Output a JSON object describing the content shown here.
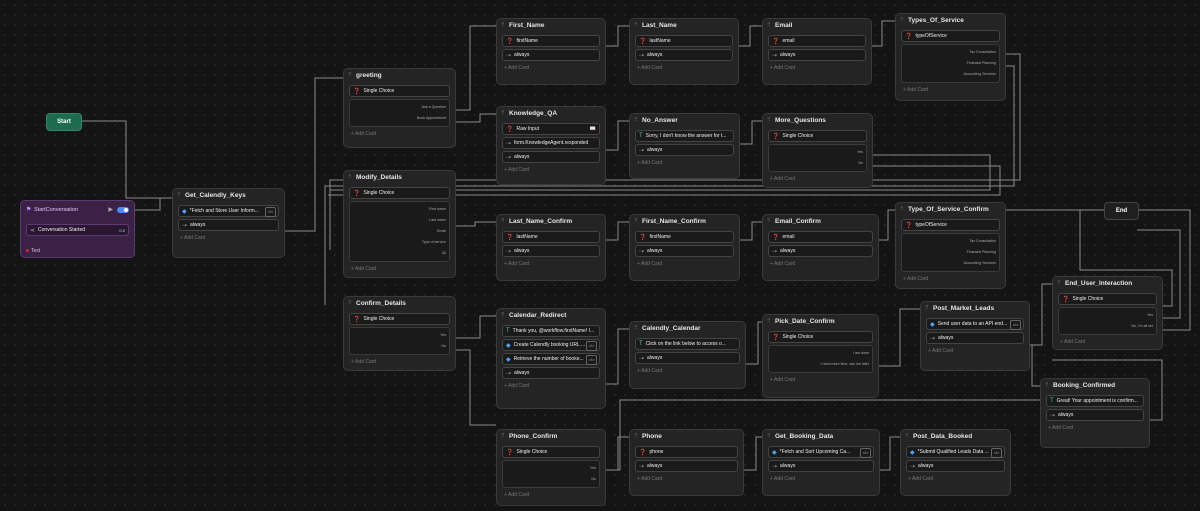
{
  "start_label": "Start",
  "end_label": "End",
  "start_conversation": {
    "title": "StartConversation",
    "event": "Conversation Started",
    "event_count": "0-0",
    "test_label": "Test"
  },
  "add_card_label": "Add Card",
  "nodes": [
    {
      "title": "First_Name",
      "rows": [
        {
          "icon": "question",
          "text": "firstName"
        },
        {
          "icon": "arrow",
          "text": "always"
        }
      ]
    },
    {
      "title": "Last_Name",
      "rows": [
        {
          "icon": "question",
          "text": "lastName"
        },
        {
          "icon": "arrow",
          "text": "always"
        }
      ]
    },
    {
      "title": "Email",
      "rows": [
        {
          "icon": "question",
          "text": "email"
        },
        {
          "icon": "arrow",
          "text": "always"
        }
      ]
    },
    {
      "title": "Types_Of_Service",
      "rows": [
        {
          "icon": "question",
          "text": "typeOfService"
        }
      ],
      "options": [
        "Tax Consultation",
        "Financial Planning",
        "Accounting Services"
      ]
    },
    {
      "title": "greeting",
      "rows": [
        {
          "icon": "question",
          "text": "Single Choice"
        }
      ],
      "options": [
        "Ask a Question",
        "Book Appointment"
      ]
    },
    {
      "title": "Knowledge_QA",
      "rows": [
        {
          "icon": "question",
          "text": "Raw Input"
        },
        {
          "icon": "arrow",
          "text": "form.KnowledgeAgent.responded"
        },
        {
          "icon": "arrow",
          "text": "always"
        }
      ]
    },
    {
      "title": "No_Answer",
      "rows": [
        {
          "icon": "text",
          "text": "Sorry, I don't know the answer for t..."
        },
        {
          "icon": "arrow",
          "text": "always"
        }
      ]
    },
    {
      "title": "More_Questions",
      "rows": [
        {
          "icon": "question",
          "text": "Single Choice"
        }
      ],
      "options": [
        "Yes",
        "No"
      ]
    },
    {
      "title": "Get_Calendly_Keys",
      "rows": [
        {
          "icon": "code",
          "text": "*Fetch and Store User Inform...",
          "code": true
        },
        {
          "icon": "arrow",
          "text": "always"
        }
      ]
    },
    {
      "title": "Modify_Details",
      "rows": [
        {
          "icon": "question",
          "text": "Single Choice"
        }
      ],
      "options": [
        "First name",
        "Last name",
        "Email",
        "Type of service",
        "All"
      ]
    },
    {
      "title": "Last_Name_Confirm",
      "rows": [
        {
          "icon": "question",
          "text": "lastName"
        },
        {
          "icon": "arrow",
          "text": "always"
        }
      ]
    },
    {
      "title": "First_Name_Confirm",
      "rows": [
        {
          "icon": "question",
          "text": "firstName"
        },
        {
          "icon": "arrow",
          "text": "always"
        }
      ]
    },
    {
      "title": "Email_Confirm",
      "rows": [
        {
          "icon": "question",
          "text": "email"
        },
        {
          "icon": "arrow",
          "text": "always"
        }
      ]
    },
    {
      "title": "Type_Of_Service_Confirm",
      "rows": [
        {
          "icon": "question",
          "text": "typeOfService"
        }
      ],
      "options": [
        "Tax Consultation",
        "Financial Planning",
        "Accounting Services"
      ]
    },
    {
      "title": "Confirm_Details",
      "rows": [
        {
          "icon": "question",
          "text": "Single Choice"
        }
      ],
      "options": [
        "Yes",
        "No"
      ]
    },
    {
      "title": "Calendar_Redirect",
      "rows": [
        {
          "icon": "text",
          "text": "Thank you, @workflow.firstName! I..."
        },
        {
          "icon": "code",
          "text": "Create Calendly booking URL ...",
          "code": true
        },
        {
          "icon": "code",
          "text": "Retrieve the number of booke...",
          "code": true
        },
        {
          "icon": "arrow",
          "text": "always"
        }
      ]
    },
    {
      "title": "Calendly_Calendar",
      "rows": [
        {
          "icon": "text",
          "text": "Click on the link below to access o..."
        },
        {
          "icon": "arrow",
          "text": "always"
        }
      ]
    },
    {
      "title": "Pick_Date_Confirm",
      "rows": [
        {
          "icon": "question",
          "text": "Single Choice"
        }
      ],
      "options": [
        "I am done",
        "I need more time, ask me later"
      ]
    },
    {
      "title": "Post_Market_Leads",
      "rows": [
        {
          "icon": "code",
          "text": "Send user data to an API end...",
          "code": true
        },
        {
          "icon": "arrow",
          "text": "always"
        }
      ]
    },
    {
      "title": "End_User_Interaction",
      "rows": [
        {
          "icon": "question",
          "text": "Single Choice"
        }
      ],
      "options": [
        "Yes",
        "No, I'm all set"
      ]
    },
    {
      "title": "Booking_Confirmed",
      "rows": [
        {
          "icon": "text",
          "text": "Great! Your appointment is confirm..."
        },
        {
          "icon": "arrow",
          "text": "always"
        }
      ]
    },
    {
      "title": "Phone_Confirm",
      "rows": [
        {
          "icon": "question",
          "text": "Single Choice"
        }
      ],
      "options": [
        "Yes",
        "No"
      ]
    },
    {
      "title": "Phone",
      "rows": [
        {
          "icon": "question",
          "text": "phone"
        },
        {
          "icon": "arrow",
          "text": "always"
        }
      ]
    },
    {
      "title": "Get_Booking_Data",
      "rows": [
        {
          "icon": "code",
          "text": "*Fetch and Sort Upcoming Ca...",
          "code": true
        },
        {
          "icon": "arrow",
          "text": "always"
        }
      ]
    },
    {
      "title": "Post_Data_Booked",
      "rows": [
        {
          "icon": "code",
          "text": "*Submit Qualified Leads Data ...",
          "code": true
        },
        {
          "icon": "arrow",
          "text": "always"
        }
      ]
    }
  ]
}
